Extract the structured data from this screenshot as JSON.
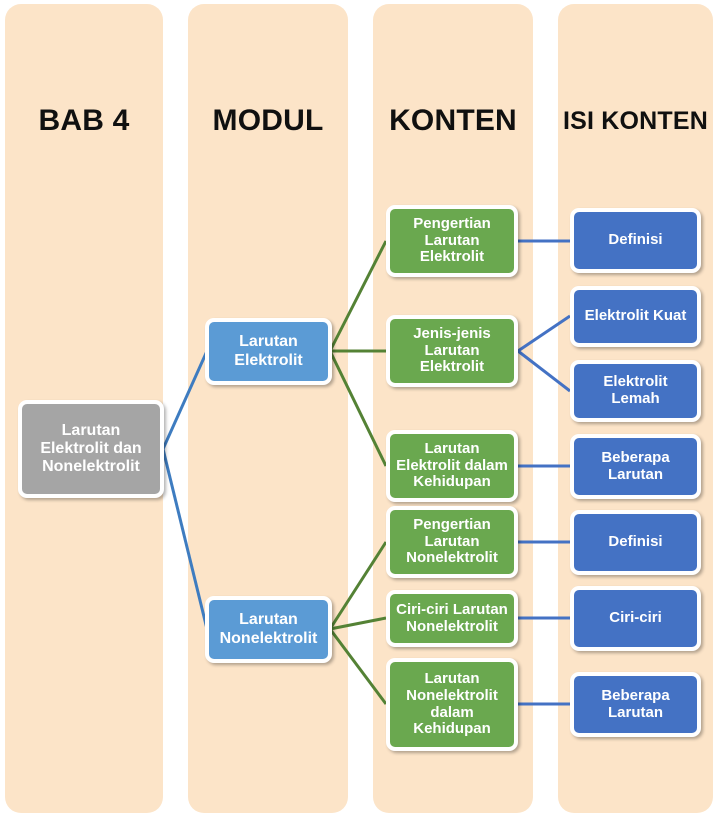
{
  "diagram": {
    "type": "hierarchy-flowchart",
    "background": "#FFFFFF",
    "band_color": "#FCE4C8",
    "colors": {
      "chapter": "#A5A5A5",
      "module": "#5B9BD5",
      "konten": "#6AA84F",
      "isi_konten": "#4472C4",
      "link_blue": "#4472C4",
      "link_green": "#548235",
      "link_lightblue": "#3E7CC0"
    }
  },
  "columns": [
    {
      "key": "bab",
      "title": "BAB 4"
    },
    {
      "key": "modul",
      "title": "MODUL"
    },
    {
      "key": "konten",
      "title": "KONTEN"
    },
    {
      "key": "isi_konten",
      "title": "ISI KONTEN"
    }
  ],
  "nodes": {
    "chapter": {
      "label": "Larutan\nElektrolit dan\nNonelektrolit"
    },
    "modules": [
      {
        "id": "m1",
        "label": "Larutan\nElektrolit"
      },
      {
        "id": "m2",
        "label": "Larutan\nNonelektrolit"
      }
    ],
    "konten": [
      {
        "id": "k1",
        "label": "Pengertian\nLarutan\nElektrolit"
      },
      {
        "id": "k2",
        "label": "Jenis-jenis\nLarutan\nElektrolit"
      },
      {
        "id": "k3",
        "label": "Larutan\nElektrolit dalam\nKehidupan"
      },
      {
        "id": "k4",
        "label": "Pengertian\nLarutan\nNonelektrolit"
      },
      {
        "id": "k5",
        "label": "Ciri-ciri Larutan\nNonelektrolit"
      },
      {
        "id": "k6",
        "label": "Larutan\nNonelektrolit\ndalam\nKehidupan"
      }
    ],
    "isi_konten": [
      {
        "id": "i1",
        "label": "Definisi"
      },
      {
        "id": "i2",
        "label": "Elektrolit Kuat"
      },
      {
        "id": "i3",
        "label": "Elektrolit\nLemah"
      },
      {
        "id": "i4",
        "label": "Beberapa\nLarutan"
      },
      {
        "id": "i5",
        "label": "Definisi"
      },
      {
        "id": "i6",
        "label": "Ciri-ciri"
      },
      {
        "id": "i7",
        "label": "Beberapa\nLarutan"
      }
    ]
  },
  "edges": [
    {
      "from": "chapter",
      "to": "m1"
    },
    {
      "from": "chapter",
      "to": "m2"
    },
    {
      "from": "m1",
      "to": "k1"
    },
    {
      "from": "m1",
      "to": "k2"
    },
    {
      "from": "m1",
      "to": "k3"
    },
    {
      "from": "m2",
      "to": "k4"
    },
    {
      "from": "m2",
      "to": "k5"
    },
    {
      "from": "m2",
      "to": "k6"
    },
    {
      "from": "k1",
      "to": "i1"
    },
    {
      "from": "k2",
      "to": "i2"
    },
    {
      "from": "k2",
      "to": "i3"
    },
    {
      "from": "k3",
      "to": "i4"
    },
    {
      "from": "k4",
      "to": "i5"
    },
    {
      "from": "k5",
      "to": "i6"
    },
    {
      "from": "k6",
      "to": "i7"
    }
  ]
}
